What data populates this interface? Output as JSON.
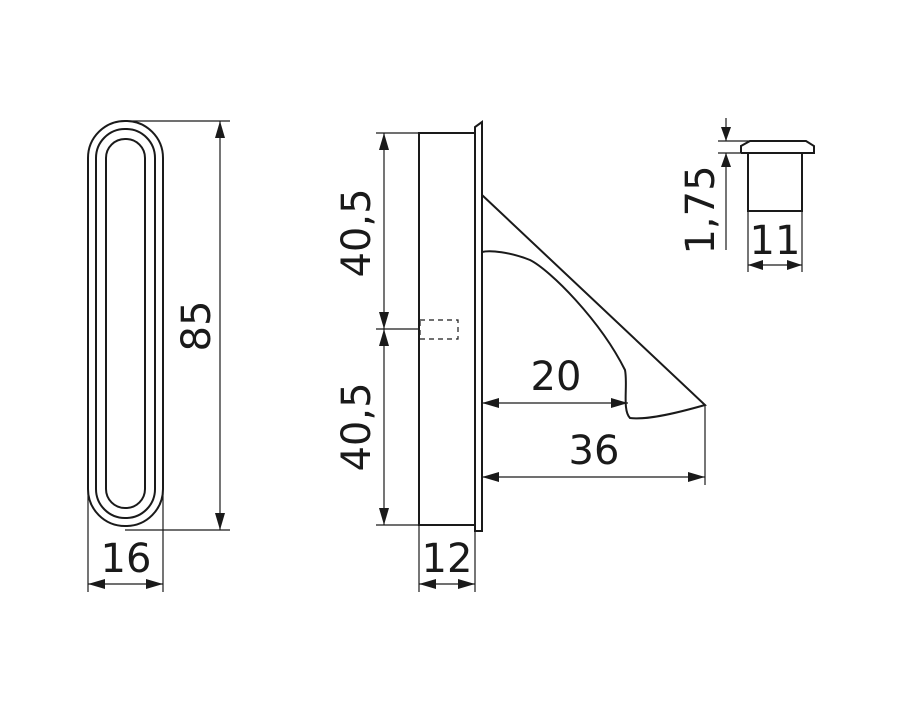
{
  "dimensions": {
    "front_height": "85",
    "front_width": "16",
    "side_upper": "40,5",
    "side_lower": "40,5",
    "side_width": "12",
    "bracket_inner": "20",
    "bracket_outer": "36",
    "detail_height": "1,75",
    "detail_width": "11"
  },
  "colors": {
    "ink": "#1a1a1a",
    "background": "#ffffff"
  }
}
